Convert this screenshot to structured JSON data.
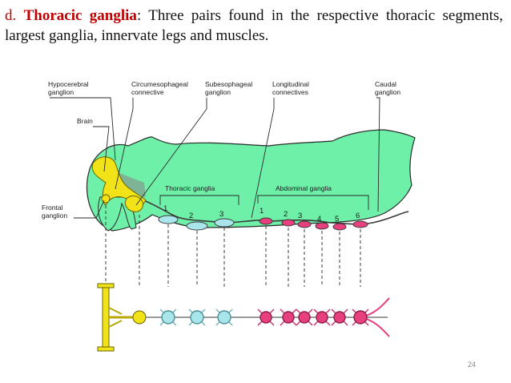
{
  "heading": {
    "lead": "d.",
    "term": "Thoracic ganglia",
    "rest": ": Three pairs found in the respective thoracic segments, largest ganglia, innervate legs and muscles."
  },
  "figure": {
    "labels": {
      "hypocerebral": [
        "Hypocerebral",
        "ganglion"
      ],
      "circumesophageal": [
        "Circumesophageal",
        "connective"
      ],
      "subesophageal": [
        "Subesophageal",
        "ganglion"
      ],
      "longitudinal": [
        "Longitudinal",
        "connectives"
      ],
      "caudal": [
        "Caudal",
        "ganglion"
      ],
      "brain": "Brain",
      "frontal": [
        "Frontal",
        "ganglion"
      ],
      "thoracic_group": "Thoracic ganglia",
      "abdominal_group": "Abdominal ganglia"
    },
    "thoracic_numbers": [
      "1",
      "2",
      "3"
    ],
    "abdominal_numbers": [
      "1",
      "2",
      "3",
      "4",
      "5",
      "6"
    ],
    "colors": {
      "body": "#6ff0a8",
      "brain": "#f2e318",
      "thoracic": "#a8e6ec",
      "abdominal": "#e8407e"
    }
  },
  "page_number": "24"
}
